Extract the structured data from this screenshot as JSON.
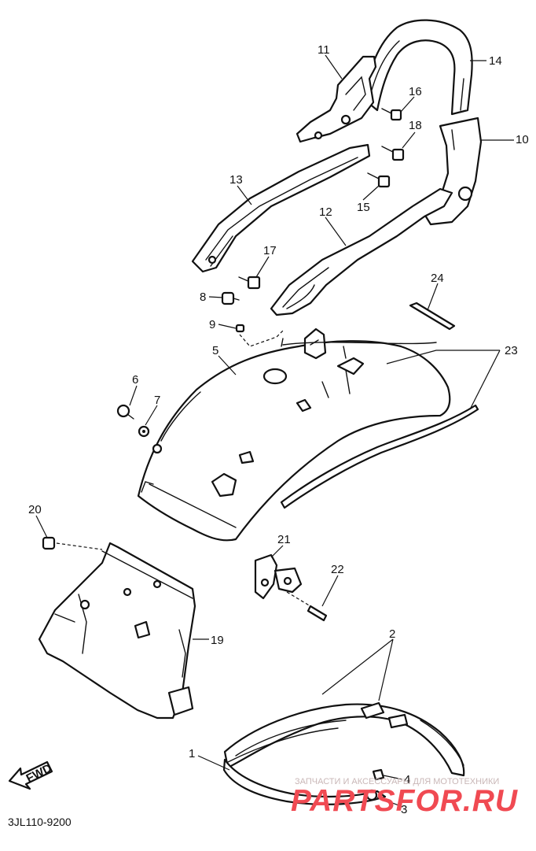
{
  "part_numbers": [
    "1",
    "2",
    "3",
    "4",
    "5",
    "6",
    "7",
    "8",
    "9",
    "10",
    "11",
    "12",
    "13",
    "14",
    "15",
    "16",
    "17",
    "18",
    "19",
    "20",
    "21",
    "22",
    "23",
    "24"
  ],
  "drawing_code": "3JL110-9200",
  "fwd_arrow_label": "FWD",
  "watermark": {
    "tagline": "ЗАПЧАСТИ И АКСЕССУАРЫ ДЛЯ МОТОТЕХНИКИ",
    "brand_part1": "PARTS",
    "brand_part2": "FOR.RU"
  },
  "colors": {
    "line": "#111111",
    "watermark": "#f04a52",
    "background": "#ffffff"
  }
}
